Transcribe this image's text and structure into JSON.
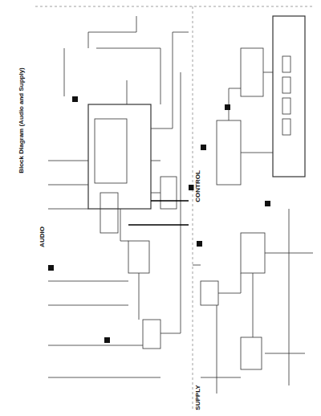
{
  "diagram": {
    "title": "Block Diagram (Audio and Supply)",
    "labels": [
      "AUDIO",
      "CONTROL",
      "SUPPLY"
    ]
  }
}
